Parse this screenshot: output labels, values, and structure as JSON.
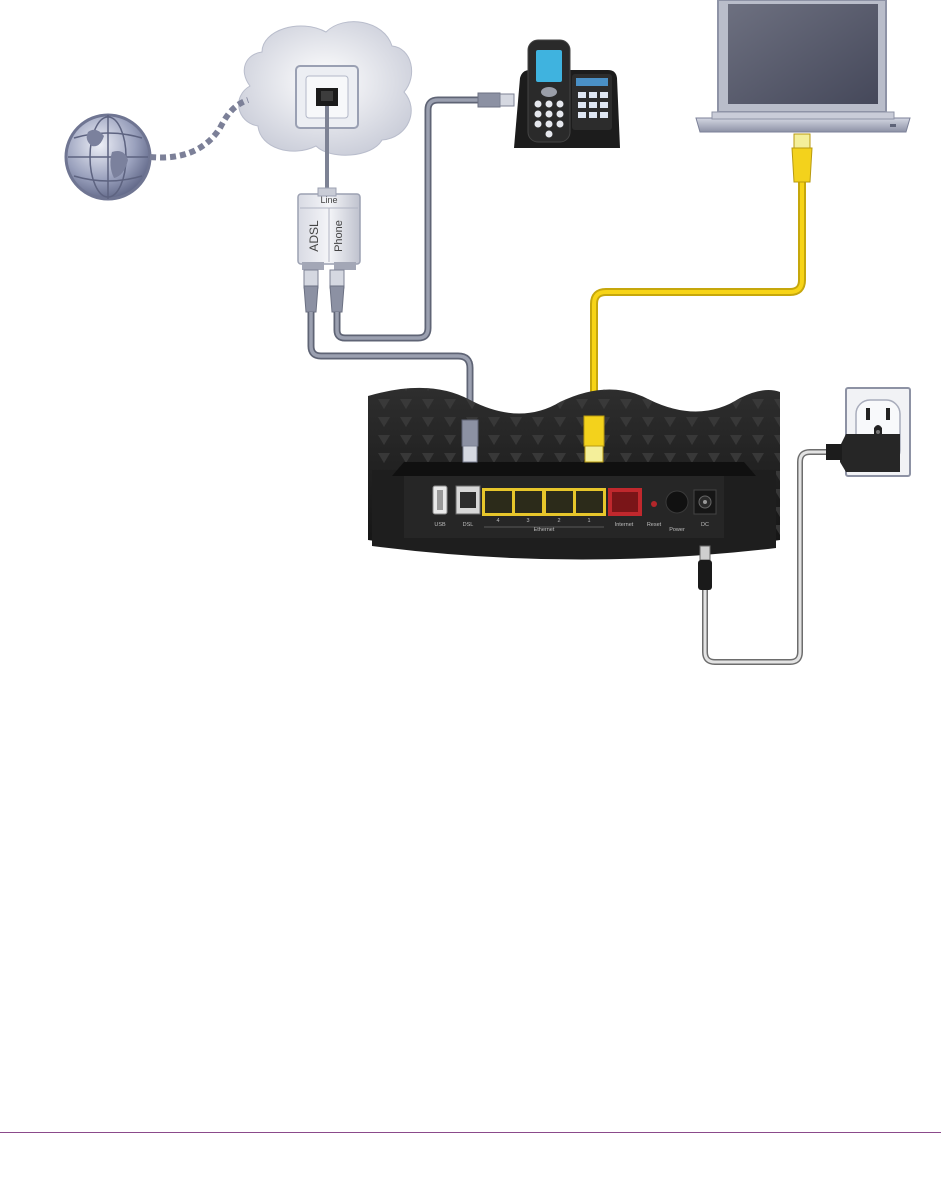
{
  "splitter": {
    "line_label": "Line",
    "adsl_label": "ADSL",
    "phone_label": "Phone"
  },
  "router": {
    "ports": {
      "usb": "USB",
      "dsl": "DSL",
      "lan4": "4",
      "lan3": "3",
      "lan2": "2",
      "lan1": "1",
      "ethernet_group": "Ethernet",
      "internet": "Internet",
      "reset": "Reset",
      "power": "Power",
      "dc": "DC"
    }
  },
  "colors": {
    "phone_cable": "#8a8f99",
    "ethernet_cable": "#f7d417",
    "internet_port": "#c0282d",
    "lan_port": "#e7c62b",
    "router_body": "#262626",
    "footer_rule": "#8b4a8b"
  }
}
